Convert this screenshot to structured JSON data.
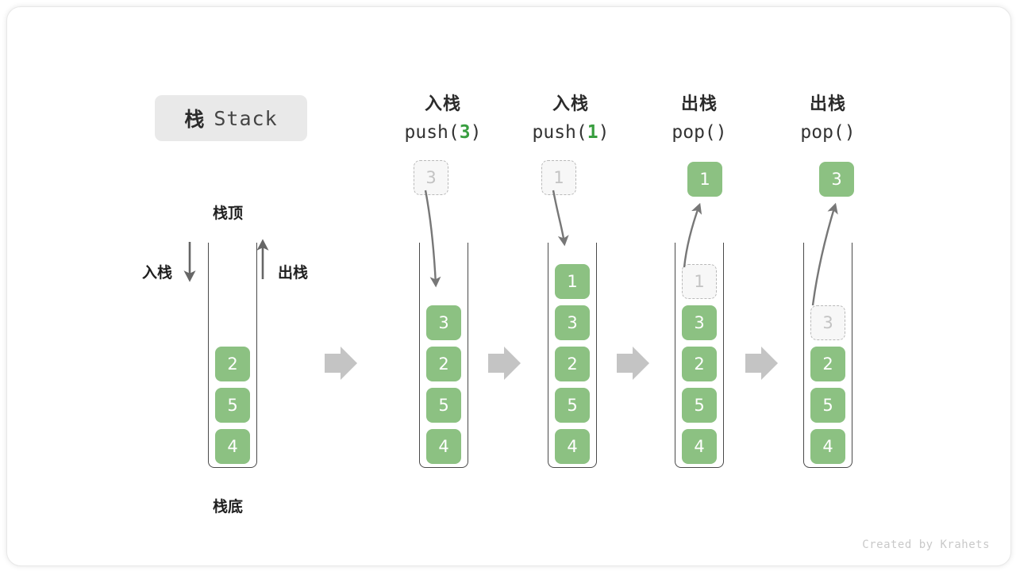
{
  "title": {
    "cn": "栈",
    "en": "Stack"
  },
  "labels": {
    "top": "栈顶",
    "bottom": "栈底",
    "push": "入栈",
    "pop": "出栈"
  },
  "footer": "Created by Krahets",
  "colors": {
    "cell_green": "#8cc182",
    "arg_green": "#389e3f",
    "ghost_fill": "#f7f7f7",
    "ghost_border": "#b9b9b9",
    "arrow_gray": "#bdbdbd",
    "curve_gray": "#777777",
    "chip_bg": "#e9e9e9"
  },
  "stages": [
    {
      "name": "initial",
      "header_op": "",
      "header_call": "",
      "cells": [
        {
          "value": "4",
          "ghost": false
        },
        {
          "value": "5",
          "ghost": false
        },
        {
          "value": "2",
          "ghost": false
        }
      ],
      "float": null
    },
    {
      "name": "push-3",
      "header_op": "入栈",
      "header_call_prefix": "push(",
      "header_call_arg": "3",
      "header_call_suffix": ")",
      "cells": [
        {
          "value": "4",
          "ghost": false
        },
        {
          "value": "5",
          "ghost": false
        },
        {
          "value": "2",
          "ghost": false
        },
        {
          "value": "3",
          "ghost": false
        }
      ],
      "float": {
        "value": "3",
        "ghost": true
      }
    },
    {
      "name": "push-1",
      "header_op": "入栈",
      "header_call_prefix": "push(",
      "header_call_arg": "1",
      "header_call_suffix": ")",
      "cells": [
        {
          "value": "4",
          "ghost": false
        },
        {
          "value": "5",
          "ghost": false
        },
        {
          "value": "2",
          "ghost": false
        },
        {
          "value": "3",
          "ghost": false
        },
        {
          "value": "1",
          "ghost": false
        }
      ],
      "float": {
        "value": "1",
        "ghost": true
      }
    },
    {
      "name": "pop-1",
      "header_op": "出栈",
      "header_call_prefix": "pop(",
      "header_call_arg": "",
      "header_call_suffix": ")",
      "cells": [
        {
          "value": "4",
          "ghost": false
        },
        {
          "value": "5",
          "ghost": false
        },
        {
          "value": "2",
          "ghost": false
        },
        {
          "value": "3",
          "ghost": false
        },
        {
          "value": "1",
          "ghost": true
        }
      ],
      "float": {
        "value": "1",
        "ghost": false
      }
    },
    {
      "name": "pop-3",
      "header_op": "出栈",
      "header_call_prefix": "pop(",
      "header_call_arg": "",
      "header_call_suffix": ")",
      "cells": [
        {
          "value": "4",
          "ghost": false
        },
        {
          "value": "5",
          "ghost": false
        },
        {
          "value": "2",
          "ghost": false
        },
        {
          "value": "3",
          "ghost": true
        }
      ],
      "float": {
        "value": "3",
        "ghost": false
      }
    }
  ]
}
